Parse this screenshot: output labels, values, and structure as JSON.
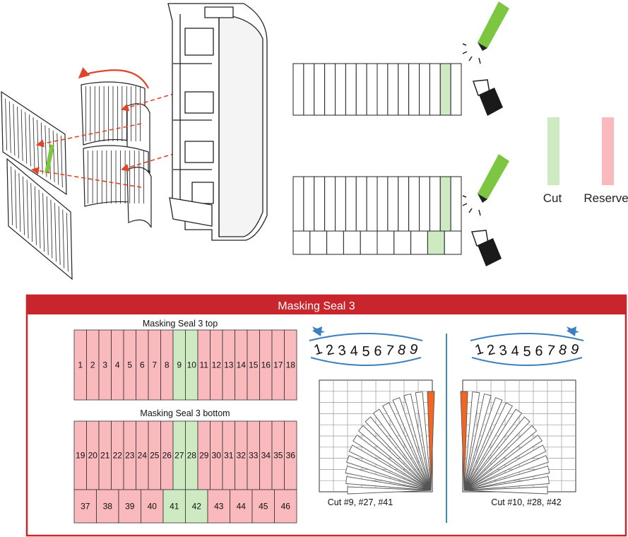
{
  "legend": {
    "cut_label": "Cut",
    "reserve_label": "Reserve",
    "cut_color": "#cdeac3",
    "reserve_color": "#f9b9bd"
  },
  "colors": {
    "arrow_red": "#e0442a",
    "pen_green": "#7dc642",
    "panel_red": "#c8262c",
    "arc_blue": "#3c7fc0",
    "fan_orange": "#f26522"
  },
  "panel": {
    "title": "Masking Seal 3",
    "top_label": "Masking Seal 3 top",
    "bottom_label": "Masking Seal 3 bottom",
    "top_cells": [
      "1",
      "2",
      "3",
      "4",
      "5",
      "6",
      "7",
      "8",
      "9",
      "10",
      "11",
      "12",
      "13",
      "14",
      "15",
      "16",
      "17",
      "18"
    ],
    "top_cut": [
      "9",
      "10"
    ],
    "bottom_upper_cells": [
      "19",
      "20",
      "21",
      "22",
      "23",
      "24",
      "25",
      "26",
      "27",
      "28",
      "29",
      "30",
      "31",
      "32",
      "33",
      "34",
      "35",
      "36"
    ],
    "bottom_upper_cut": [
      "27",
      "28"
    ],
    "bottom_lower_cells": [
      "37",
      "38",
      "39",
      "40",
      "41",
      "42",
      "43",
      "44",
      "45",
      "46"
    ],
    "bottom_lower_cut": [
      "41",
      "42"
    ],
    "dial_digits": [
      "1",
      "2",
      "3",
      "4",
      "5",
      "6",
      "7",
      "8",
      "9"
    ],
    "left_dial_selected": "1",
    "right_dial_selected": "9",
    "left_caption": "Cut #9, #27, #41",
    "right_caption": "Cut #10, #28, #42"
  }
}
